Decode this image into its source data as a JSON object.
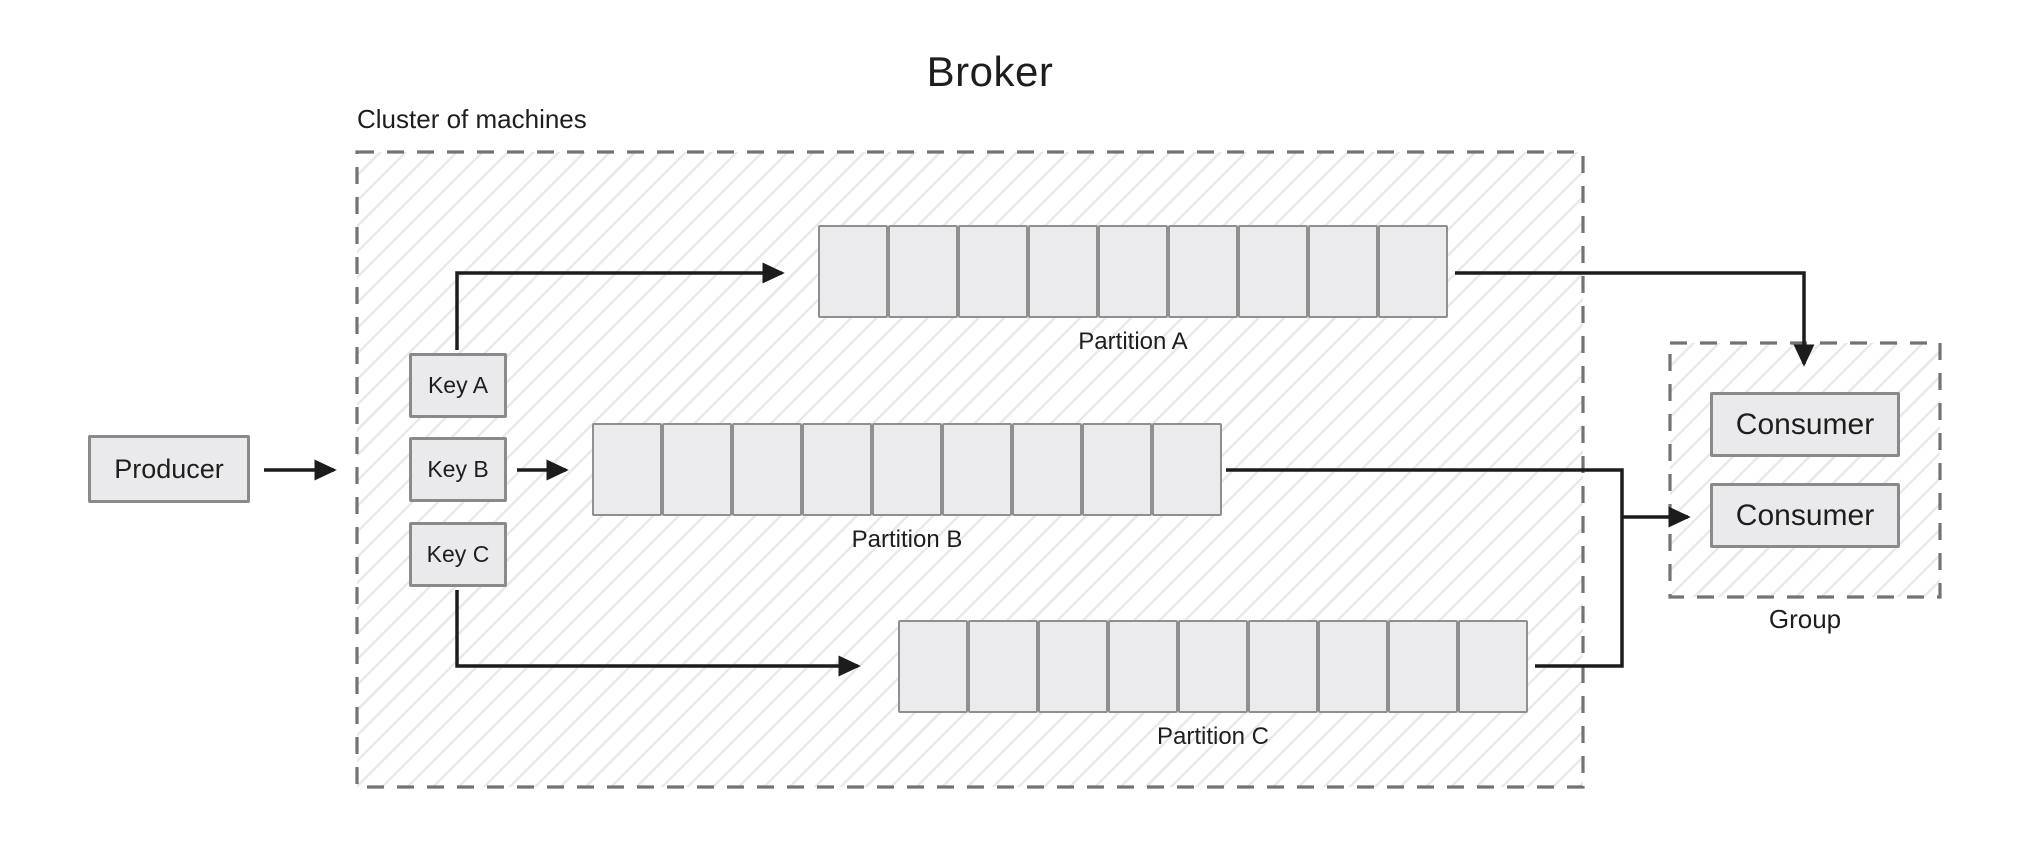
{
  "title": "Broker",
  "cluster": {
    "label": "Cluster of machines",
    "keys": [
      {
        "label": "Key A"
      },
      {
        "label": "Key B"
      },
      {
        "label": "Key C"
      }
    ],
    "partitions": [
      {
        "name": "Partition A",
        "cells": 9
      },
      {
        "name": "Partition B",
        "cells": 9
      },
      {
        "name": "Partition C",
        "cells": 9
      }
    ]
  },
  "producer": {
    "label": "Producer"
  },
  "consumer_group": {
    "label": "Group",
    "consumers": [
      {
        "label": "Consumer"
      },
      {
        "label": "Consumer"
      }
    ]
  },
  "colors": {
    "box_fill": "#eaeaec",
    "box_border": "#8a8a8a",
    "dashed_border": "#737373",
    "arrow": "#1c1c1c",
    "hatch_line": "#e9e9ec",
    "text": "#1e1e1e"
  }
}
